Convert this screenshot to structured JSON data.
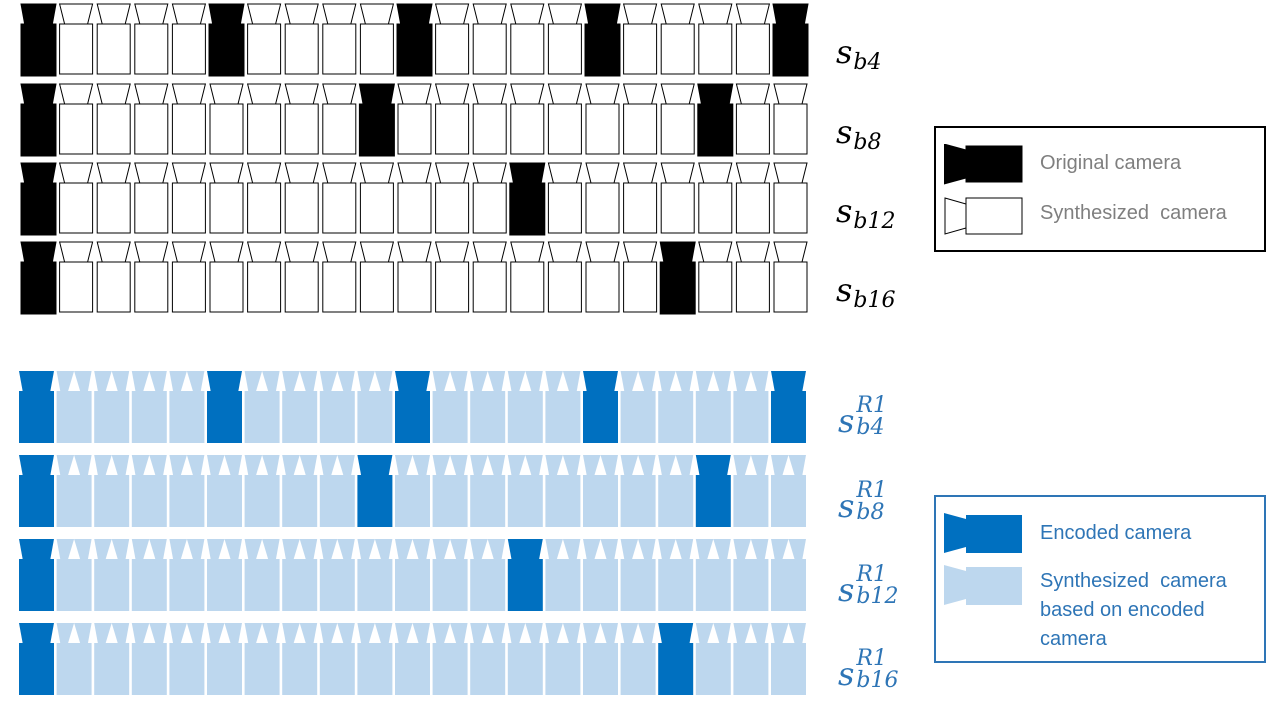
{
  "colors": {
    "original": "#000000",
    "synthesized_outline": "#000000",
    "encoded": "#0070c0",
    "synth_encoded": "#bdd7ee",
    "label_blue": "#2e75b6"
  },
  "top_rows": [
    {
      "label_base": "s",
      "label_sub": "b4",
      "highlighted": [
        0,
        5,
        10,
        15,
        20
      ]
    },
    {
      "label_base": "s",
      "label_sub": "b8",
      "highlighted": [
        0,
        9,
        18
      ]
    },
    {
      "label_base": "s",
      "label_sub": "b12",
      "highlighted": [
        0,
        13
      ]
    },
    {
      "label_base": "s",
      "label_sub": "b16",
      "highlighted": [
        0,
        17
      ]
    }
  ],
  "bottom_rows": [
    {
      "label_base": "s",
      "label_sup": "R1",
      "label_sub": "b4",
      "highlighted": [
        0,
        5,
        10,
        15,
        20
      ]
    },
    {
      "label_base": "s",
      "label_sup": "R1",
      "label_sub": "b8",
      "highlighted": [
        0,
        9,
        18
      ]
    },
    {
      "label_base": "s",
      "label_sup": "R1",
      "label_sub": "b12",
      "highlighted": [
        0,
        13
      ]
    },
    {
      "label_base": "s",
      "label_sup": "R1",
      "label_sub": "b16",
      "highlighted": [
        0,
        17
      ]
    }
  ],
  "legend_top": {
    "original_label": "Original camera",
    "synthesized_label": "Synthesized  camera"
  },
  "legend_bottom": {
    "encoded_label": "Encoded camera",
    "synth_encoded_label": "Synthesized  camera\nbased on encoded\ncamera"
  }
}
